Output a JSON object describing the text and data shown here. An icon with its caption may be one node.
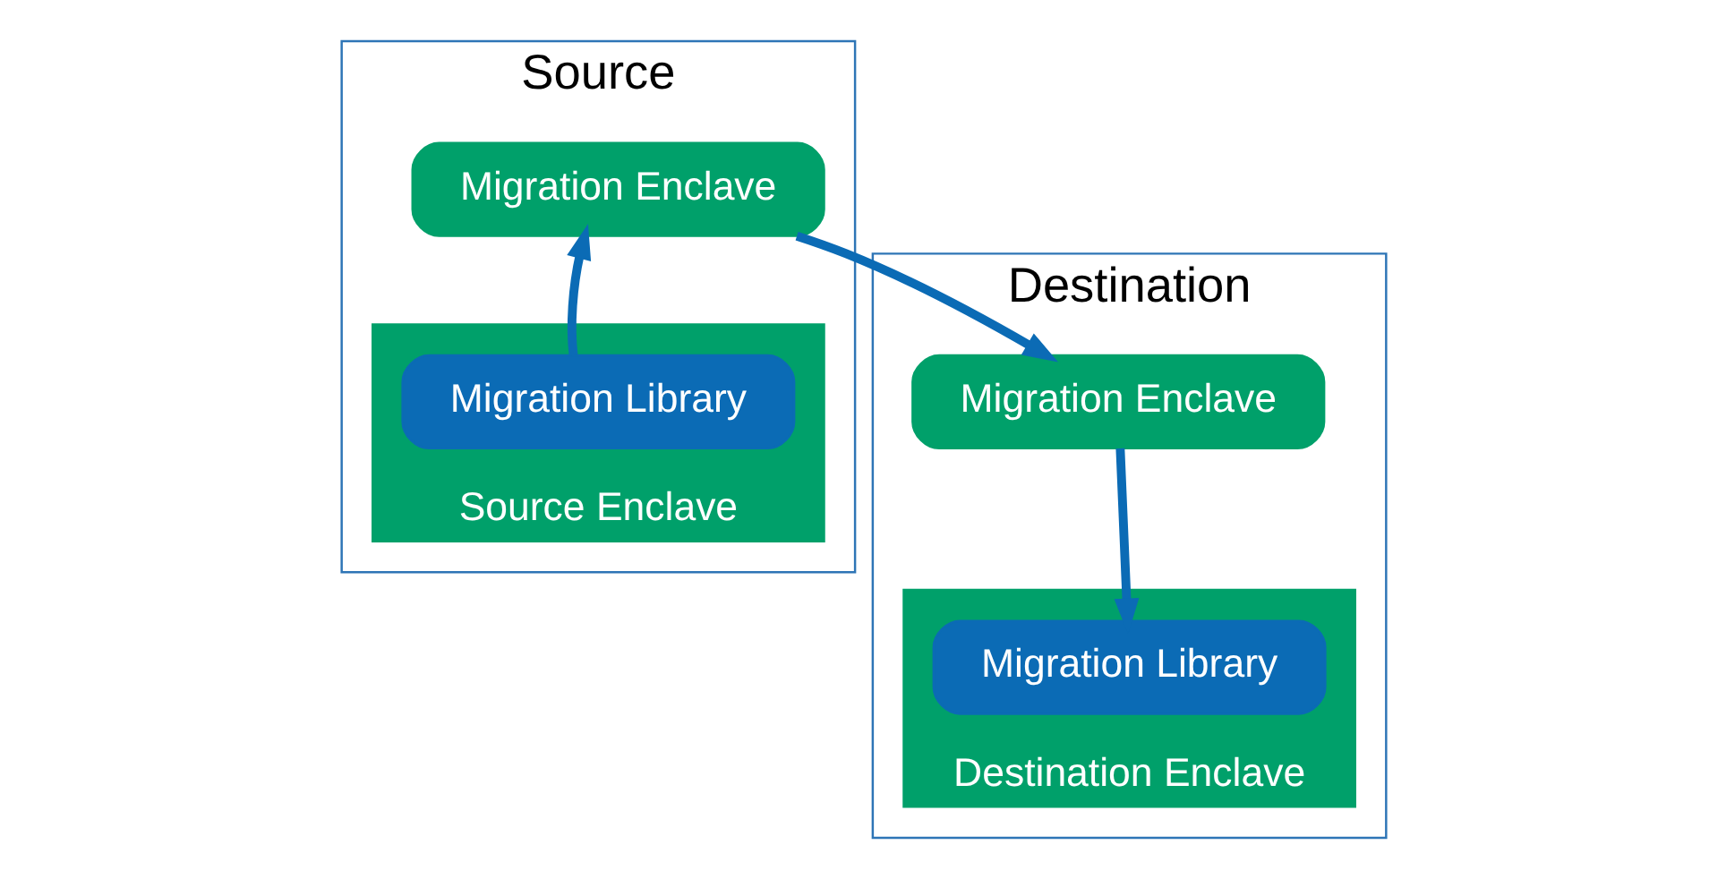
{
  "diagram": {
    "nodes": [
      {
        "text": [
          "Source"
        ]
      },
      {
        "text": [
          "Migration Enclave"
        ],
        "in": 0
      },
      {
        "text": [
          "Source Enclave"
        ],
        "in": 0
      },
      {
        "text": [
          "Migration Library"
        ],
        "in": 2
      },
      {
        "text": [
          "Destination"
        ]
      },
      {
        "text": [
          "Migration Enclave"
        ],
        "in": 4
      },
      {
        "text": [
          "Destination Enclave"
        ],
        "in": 4
      },
      {
        "text": [
          "Migration Library"
        ],
        "in": 6
      }
    ],
    "edges": [
      {
        "from": 3,
        "to": 1,
        "arrow": "to"
      },
      {
        "from": 1,
        "to": 5,
        "arrow": "to"
      },
      {
        "from": 5,
        "to": 7,
        "arrow": "to"
      }
    ]
  }
}
